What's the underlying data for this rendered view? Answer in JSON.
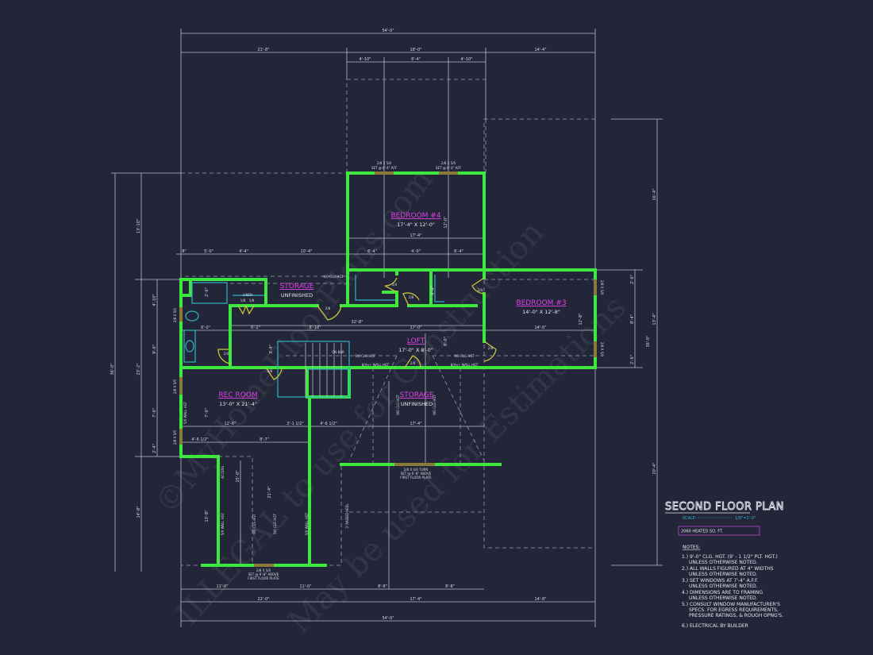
{
  "title_block": {
    "title": "SECOND FLOOR PLAN",
    "scale_label": "SCALE",
    "scale_value": "1/8\"=1'-0\"",
    "heated_area": "2060 HEATED SQ. FT.",
    "notes_heading": "NOTES:",
    "notes": [
      "1.) 9'-0\"  CLG. HGT. (9' - 1 1/2\" PLT. HGT.)",
      "UNLESS OTHERWISE NOTED.",
      "2.) ALL  WALLS FIGURED AT 4\" WIDTHS",
      "UNLESS OTHERWISE NOTED.",
      "3.) SET WINDOWS AT 7'-4\" A.F.F.",
      "UNLESS OTHERWISE NOTED.",
      "4.) DIMENSIONS ARE TO FRAMING",
      "UNLESS OTHERWISE NOTED.",
      "5.) CONSULT WINDOW MANUFACTURER'S",
      "SPECS. FOR EGRESS REQUIREMENTS,",
      "PRESSURE RATINGS, & ROUGH OPNG'S.",
      "6.) ELECTRICAL BY BUILDER"
    ],
    "accent_color": "#2fb3c4",
    "box_color": "#9b3fb8"
  },
  "rooms": {
    "bedroom4": {
      "name": "BEDROOM #4",
      "size": "17'-4\" X 12'-0\""
    },
    "bedroom3": {
      "name": "BEDROOM #3",
      "size": "14'-0\" X 12'-8\""
    },
    "loft": {
      "name": "LOFT",
      "size": "17'-0\" X 8'-0\""
    },
    "rec_room": {
      "name": "REC ROOM",
      "size": "13'-0\" X 21'-4\""
    },
    "storage_upper": {
      "name": "STORAGE",
      "size": "UNFINISHED"
    },
    "storage_lower": {
      "name": "STORAGE",
      "size": "UNFINISHED"
    },
    "linen": "LINEN",
    "room_label_color": "#e040e8",
    "wall_color": "#3fe83f"
  },
  "annotations": {
    "win_bed4": "2/8 X 5/0",
    "win_bed4_set": "SET @ 8'-4\" AFF",
    "win_storage": "2/8 X 4/6 TURN",
    "win_storage_set": "SET @ 6'-8\" ABOVE",
    "win_plate": "FIRST FLOOR PLATE",
    "win_rec": "2/8 X 5/0",
    "win_rec_set": "SET @ 6'-8\" ABOVE",
    "win_side": "2/8 X 5/0",
    "clg_hgt": "9/0 CLG HGT",
    "wall_hgt": "8/4+/- WALL HGT",
    "wall_hgt_5": "5/0 WALL HGT",
    "on_bar": "ON BAR",
    "access": "ACCESS",
    "raised_heel": "3' RAISED HEEL",
    "door_28": "2/8",
    "door_24": "2/4",
    "door_18": "1/8"
  },
  "dims": {
    "top": [
      "54'-0\"",
      "21'-8\"",
      "18'-0\"",
      "14'-4\"",
      "4'-10\"",
      "8'-4\"",
      "4'-10\""
    ],
    "bottom": [
      "11'-0\"",
      "11'-0\"",
      "8'-8\"",
      "8'-8\"",
      "22'-0\"",
      "17'-4\"",
      "14'-8\"",
      "54'-0\""
    ],
    "left": [
      "36'-0\"",
      "13'-10\"",
      "23'-2\"",
      "14'-8\"",
      "4'-10\"",
      "9'-0\"",
      "7'-0\"",
      "2'-4\""
    ],
    "right": [
      "16'-4\"",
      "2'-6\"",
      "8'-4\"",
      "2'-6\"",
      "13'-4\"",
      "20'-4\"",
      "36'-0\""
    ],
    "interior": [
      "8\"",
      "5'-0\"",
      "4'-4\"",
      "10'-4\"",
      "6'-4\"",
      "4'-0\"",
      "6'-4\"",
      "17'-4\"",
      "32'-8\"",
      "6'-0\"",
      "6'-2\"",
      "8'-10\"",
      "17'-0\"",
      "14'-0\"",
      "12'-6\"",
      "3'-1 1/2\"",
      "4'-6 1/2\"",
      "4'-6 1/2\"",
      "8'-7\"",
      "17'-4\"",
      "12'-0\"",
      "12'-8\"",
      "8'-0\"",
      "2'-6\"",
      "21'-4\"",
      "25'-0\"",
      "13'-8\"",
      "7'-0\"",
      "4'-4\"",
      "3'-4\""
    ]
  },
  "watermark": [
    "©MyHomeFloorPlans.com",
    "ILLEGAL to use for Construction",
    "May be used for Estimations"
  ]
}
